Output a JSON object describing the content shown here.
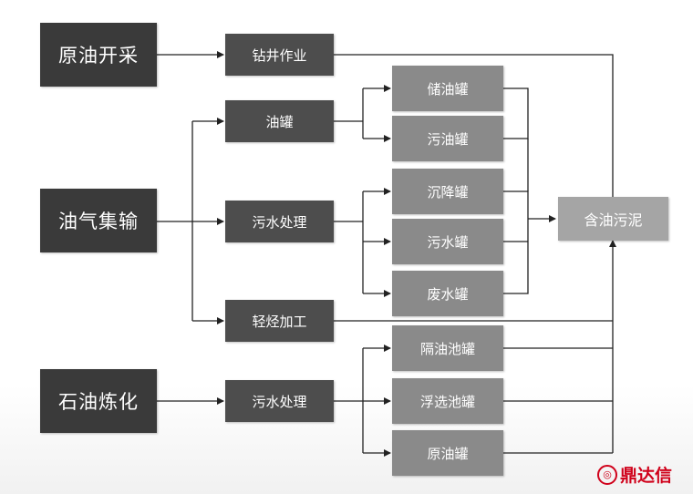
{
  "sources": {
    "crude_extraction": "原油开采",
    "gathering": "油气集输",
    "refining": "石油炼化"
  },
  "processes": {
    "drilling": "钻井作业",
    "oil_tank": "油罐",
    "sewage_treatment_1": "污水处理",
    "light_hydrocarbon": "轻烃加工",
    "sewage_treatment_2": "污水处理"
  },
  "tanks": {
    "storage_tank": "储油罐",
    "dirty_oil_tank": "污油罐",
    "settling_tank": "沉降罐",
    "sewage_tank": "污水罐",
    "waste_water_tank": "废水罐",
    "separator_tank": "隔油池罐",
    "flotation_tank": "浮选池罐",
    "crude_tank": "原油罐"
  },
  "output": {
    "oily_sludge": "含油污泥"
  },
  "watermark": {
    "text": "鼎达信",
    "icon": "dingdaxin-logo-icon"
  },
  "colors": {
    "source_box": "#3a3a3a",
    "process_box": "#4d4d4d",
    "tank_box": "#8a8a8a",
    "output_box": "#a5a5a5",
    "connector": "#222222",
    "brand": "#d0021b"
  }
}
